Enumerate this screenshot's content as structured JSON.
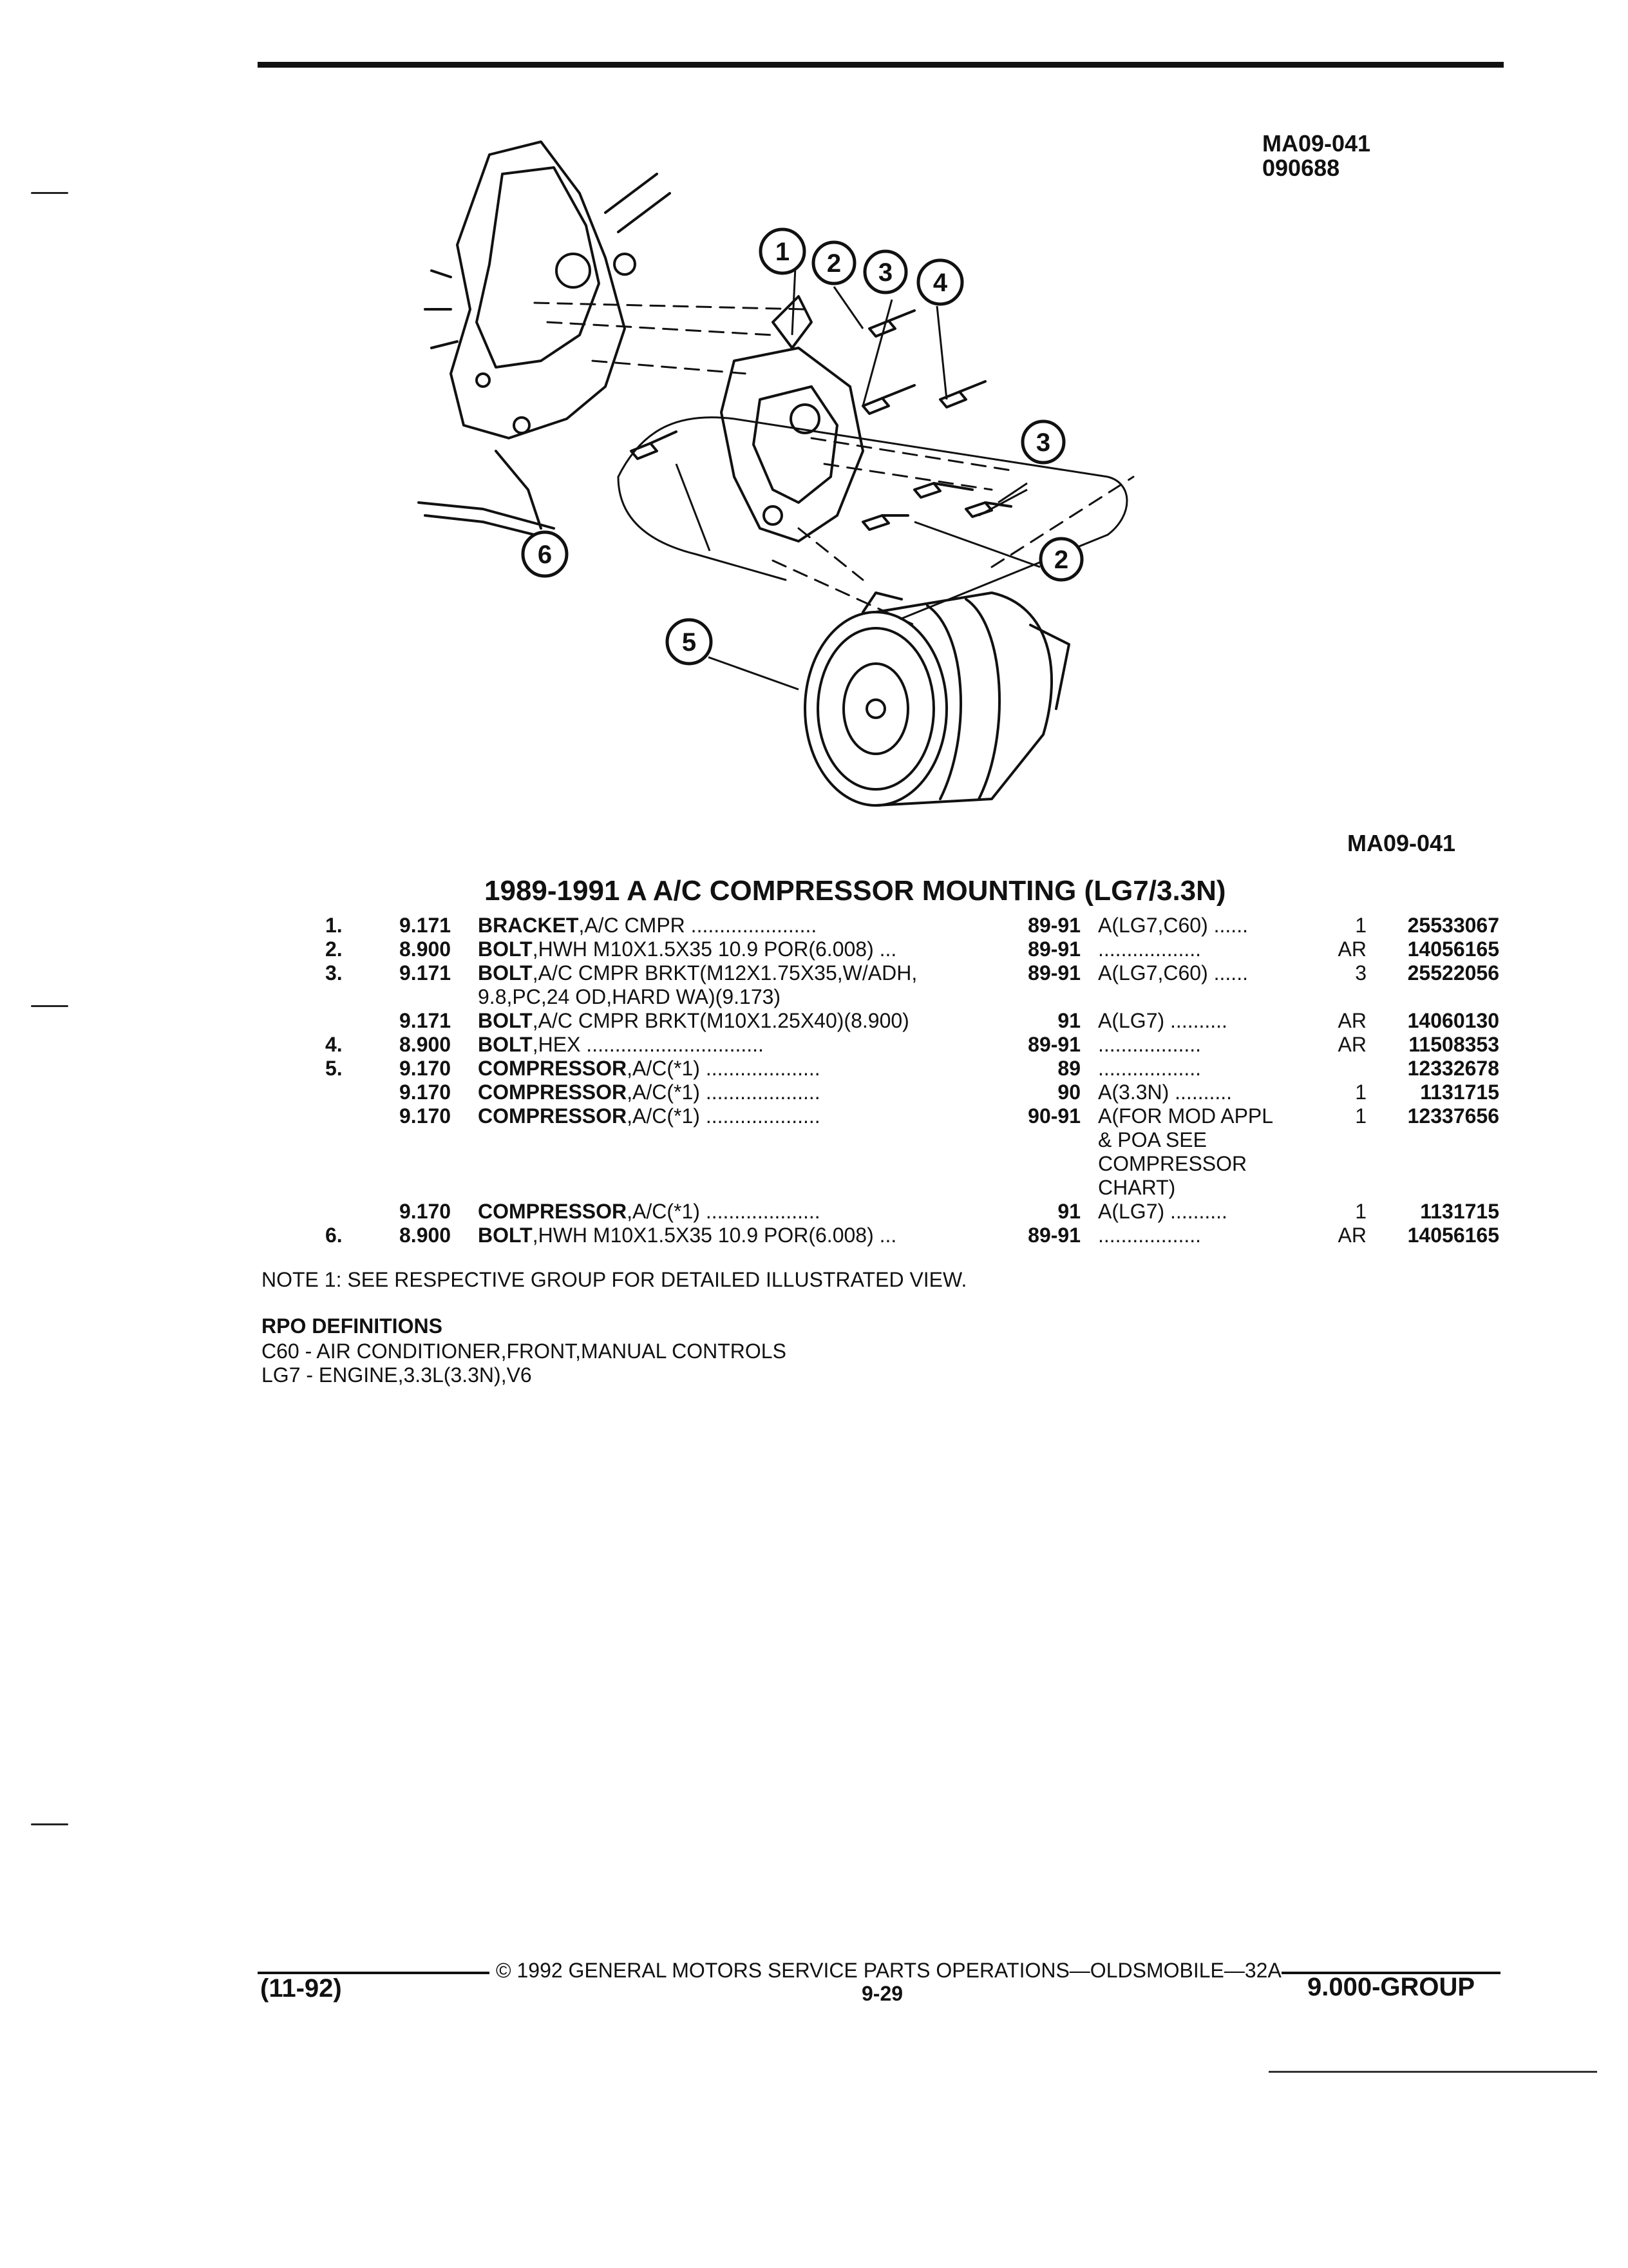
{
  "header": {
    "illustration_code": "MA09-041",
    "illustration_date": "090688",
    "caption_code": "MA09-041"
  },
  "illustration": {
    "callouts": [
      "1",
      "2",
      "3",
      "4",
      "3",
      "2",
      "5",
      "6"
    ]
  },
  "title": "1989-1991 A A/C COMPRESSOR MOUNTING (LG7/3.3N)",
  "parts": [
    {
      "num": "1.",
      "group": "9.171",
      "name": "BRACKET",
      ",desc": "",
      "desc": ",A/C CMPR",
      "dots": " ......................",
      "years": "89-91",
      "app": "A(LG7,C60)",
      "app_dots": " ......",
      "qty": "1",
      "part": "25533067"
    },
    {
      "num": "2.",
      "group": "8.900",
      "name": "BOLT",
      "desc": ",HWH M10X1.5X35 10.9 POR(6.008)",
      "dots": " ...",
      "years": "89-91",
      "app": "",
      "app_dots": "..................",
      "qty": "AR",
      "part": "14056165"
    },
    {
      "num": "3.",
      "group": "9.171",
      "name": "BOLT",
      "desc": ",A/C CMPR BRKT(M12X1.75X35,W/ADH,",
      "dots": "",
      "years": "89-91",
      "app": "A(LG7,C60)",
      "app_dots": " ......",
      "qty": "3",
      "part": "25522056"
    },
    {
      "num": "",
      "group": "",
      "name": "",
      "desc": "9.8,PC,24 OD,HARD WA)(9.173)",
      "dots": "",
      "years": "",
      "app": "",
      "app_dots": "",
      "qty": "",
      "part": ""
    },
    {
      "num": "",
      "group": "9.171",
      "name": "BOLT",
      "desc": ",A/C CMPR BRKT(M10X1.25X40)(8.900)",
      "dots": "",
      "years": "91",
      "app": "A(LG7)",
      "app_dots": " ..........",
      "qty": "AR",
      "part": "14060130"
    },
    {
      "num": "4.",
      "group": "8.900",
      "name": "BOLT",
      "desc": ",HEX",
      "dots": " ...............................",
      "years": "89-91",
      "app": "",
      "app_dots": "..................",
      "qty": "AR",
      "part": "11508353"
    },
    {
      "num": "5.",
      "group": "9.170",
      "name": "COMPRESSOR",
      "desc": ",A/C(*1)",
      "dots": " ....................",
      "years": "89",
      "app": "",
      "app_dots": "..................",
      "qty": "",
      "part": "12332678"
    },
    {
      "num": "",
      "group": "9.170",
      "name": "COMPRESSOR",
      "desc": ",A/C(*1)",
      "dots": " ....................",
      "years": "90",
      "app": "A(3.3N)",
      "app_dots": " ..........",
      "qty": "1",
      "part": "1131715"
    },
    {
      "num": "",
      "group": "9.170",
      "name": "COMPRESSOR",
      "desc": ",A/C(*1)",
      "dots": " ....................",
      "years": "90-91",
      "app": "A(FOR MOD APPL",
      "app_dots": "",
      "qty": "1",
      "part": "12337656"
    },
    {
      "num": "",
      "group": "",
      "name": "",
      "desc": "",
      "dots": "",
      "years": "",
      "app": "& POA SEE",
      "app_dots": "",
      "qty": "",
      "part": ""
    },
    {
      "num": "",
      "group": "",
      "name": "",
      "desc": "",
      "dots": "",
      "years": "",
      "app": "COMPRESSOR",
      "app_dots": "",
      "qty": "",
      "part": ""
    },
    {
      "num": "",
      "group": "",
      "name": "",
      "desc": "",
      "dots": "",
      "years": "",
      "app": "CHART)",
      "app_dots": "",
      "qty": "",
      "part": ""
    },
    {
      "num": "",
      "group": "9.170",
      "name": "COMPRESSOR",
      "desc": ",A/C(*1)",
      "dots": " ....................",
      "years": "91",
      "app": "A(LG7)",
      "app_dots": " ..........",
      "qty": "1",
      "part": "1131715"
    },
    {
      "num": "6.",
      "group": "8.900",
      "name": "BOLT",
      "desc": ",HWH M10X1.5X35 10.9 POR(6.008)",
      "dots": " ...",
      "years": "89-91",
      "app": "",
      "app_dots": "..................",
      "qty": "AR",
      "part": "14056165"
    }
  ],
  "note": "NOTE  1:  SEE RESPECTIVE GROUP FOR DETAILED ILLUSTRATED VIEW.",
  "rpo": {
    "heading": "RPO DEFINITIONS",
    "lines": [
      "C60 - AIR CONDITIONER,FRONT,MANUAL CONTROLS",
      "LG7 - ENGINE,3.3L(3.3N),V6"
    ]
  },
  "footer": {
    "copyright": "© 1992  GENERAL MOTORS SERVICE PARTS OPERATIONS—OLDSMOBILE—32A",
    "date_code": "(11-92)",
    "page": "9-29",
    "group": "9.000-GROUP"
  }
}
